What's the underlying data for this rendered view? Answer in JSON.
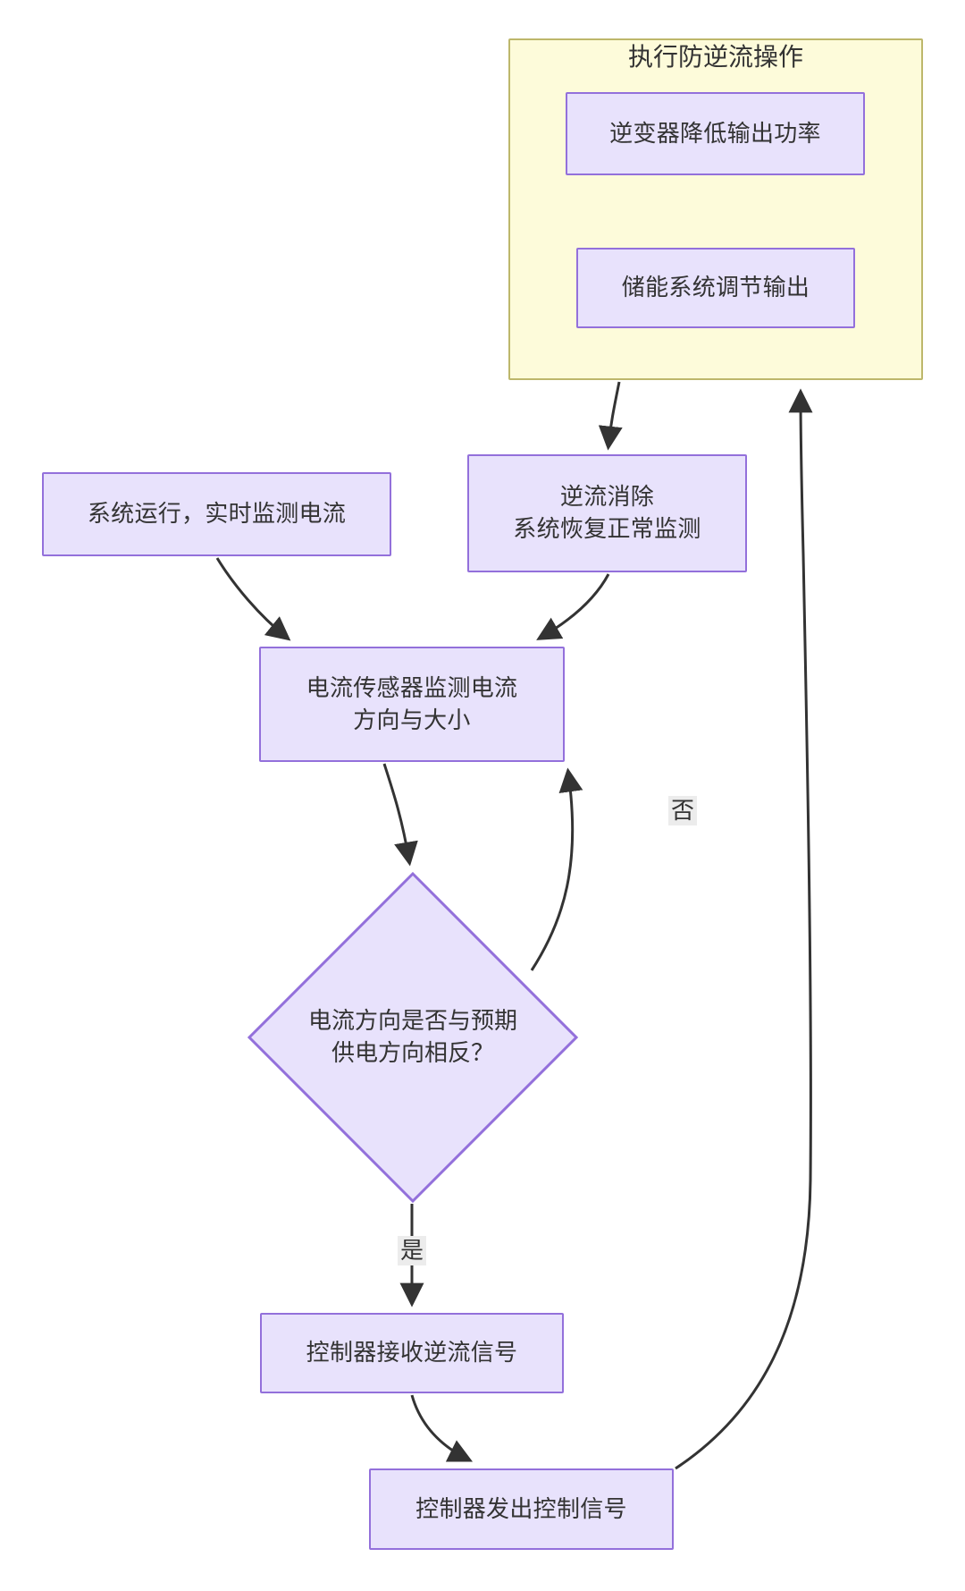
{
  "diagram": {
    "type": "flowchart",
    "title_text": "执行防逆流操作",
    "colors": {
      "node_fill": "#e8e2fc",
      "node_stroke": "#9370db",
      "cluster_fill": "#fdfbda",
      "cluster_stroke": "#bdb76b",
      "edge_stroke": "#333333",
      "text": "#333333",
      "edge_label_bg": "#ececec"
    },
    "cluster": {
      "label": "执行防逆流操作",
      "nodes": [
        {
          "id": "inverter_reduce",
          "label": "逆变器降低输出功率"
        },
        {
          "id": "storage_adjust",
          "label": "储能系统调节输出"
        }
      ]
    },
    "nodes": [
      {
        "id": "system_run",
        "label": "系统运行，实时监测电流",
        "shape": "rect"
      },
      {
        "id": "reverse_cleared",
        "label": "逆流消除\n系统恢复正常监测",
        "line1": "逆流消除",
        "line2": "系统恢复正常监测",
        "shape": "rect"
      },
      {
        "id": "sensor_monitor",
        "label": "电流传感器监测电流\n方向与大小",
        "line1": "电流传感器监测电流",
        "line2": "方向与大小",
        "shape": "rect"
      },
      {
        "id": "decision_direction",
        "label": "电流方向是否与预期\n供电方向相反？",
        "line1": "电流方向是否与预期",
        "line2": "供电方向相反？",
        "shape": "diamond"
      },
      {
        "id": "controller_receive",
        "label": "控制器接收逆流信号",
        "shape": "rect"
      },
      {
        "id": "controller_send",
        "label": "控制器发出控制信号",
        "shape": "rect"
      }
    ],
    "edge_labels": {
      "no": "否",
      "yes": "是"
    },
    "edges": [
      {
        "from": "system_run",
        "to": "sensor_monitor",
        "label": ""
      },
      {
        "from": "reverse_cleared",
        "to": "sensor_monitor",
        "label": ""
      },
      {
        "from": "sensor_monitor",
        "to": "decision_direction",
        "label": ""
      },
      {
        "from": "decision_direction",
        "to": "sensor_monitor",
        "label": "否"
      },
      {
        "from": "decision_direction",
        "to": "controller_receive",
        "label": "是"
      },
      {
        "from": "controller_receive",
        "to": "controller_send",
        "label": ""
      },
      {
        "from": "controller_send",
        "to": "cluster",
        "label": ""
      },
      {
        "from": "cluster",
        "to": "reverse_cleared",
        "label": ""
      }
    ]
  }
}
